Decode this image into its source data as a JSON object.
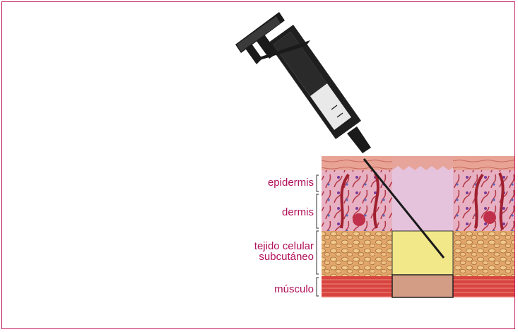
{
  "labels": {
    "epidermis": "epidermis",
    "dermis": "dermis",
    "subcutaneous_line1": "tejido celular",
    "subcutaneous_line2": "subcutáneo",
    "muscle": "músculo"
  },
  "colors": {
    "frame": "#c2185b",
    "label_text": "#b0105a",
    "epidermis": "#e7a49a",
    "dermis_cutaway": "#e6c3dc",
    "subcutaneous_cutaway": "#f2e88a",
    "muscle_cutaway": "#d39c84",
    "muscle": "#d8443f",
    "syringe": "#1a1a1a"
  },
  "icons": {
    "syringe": "syringe-icon",
    "needle": "needle-icon",
    "skin_cross_section": "skin-cross-section"
  }
}
